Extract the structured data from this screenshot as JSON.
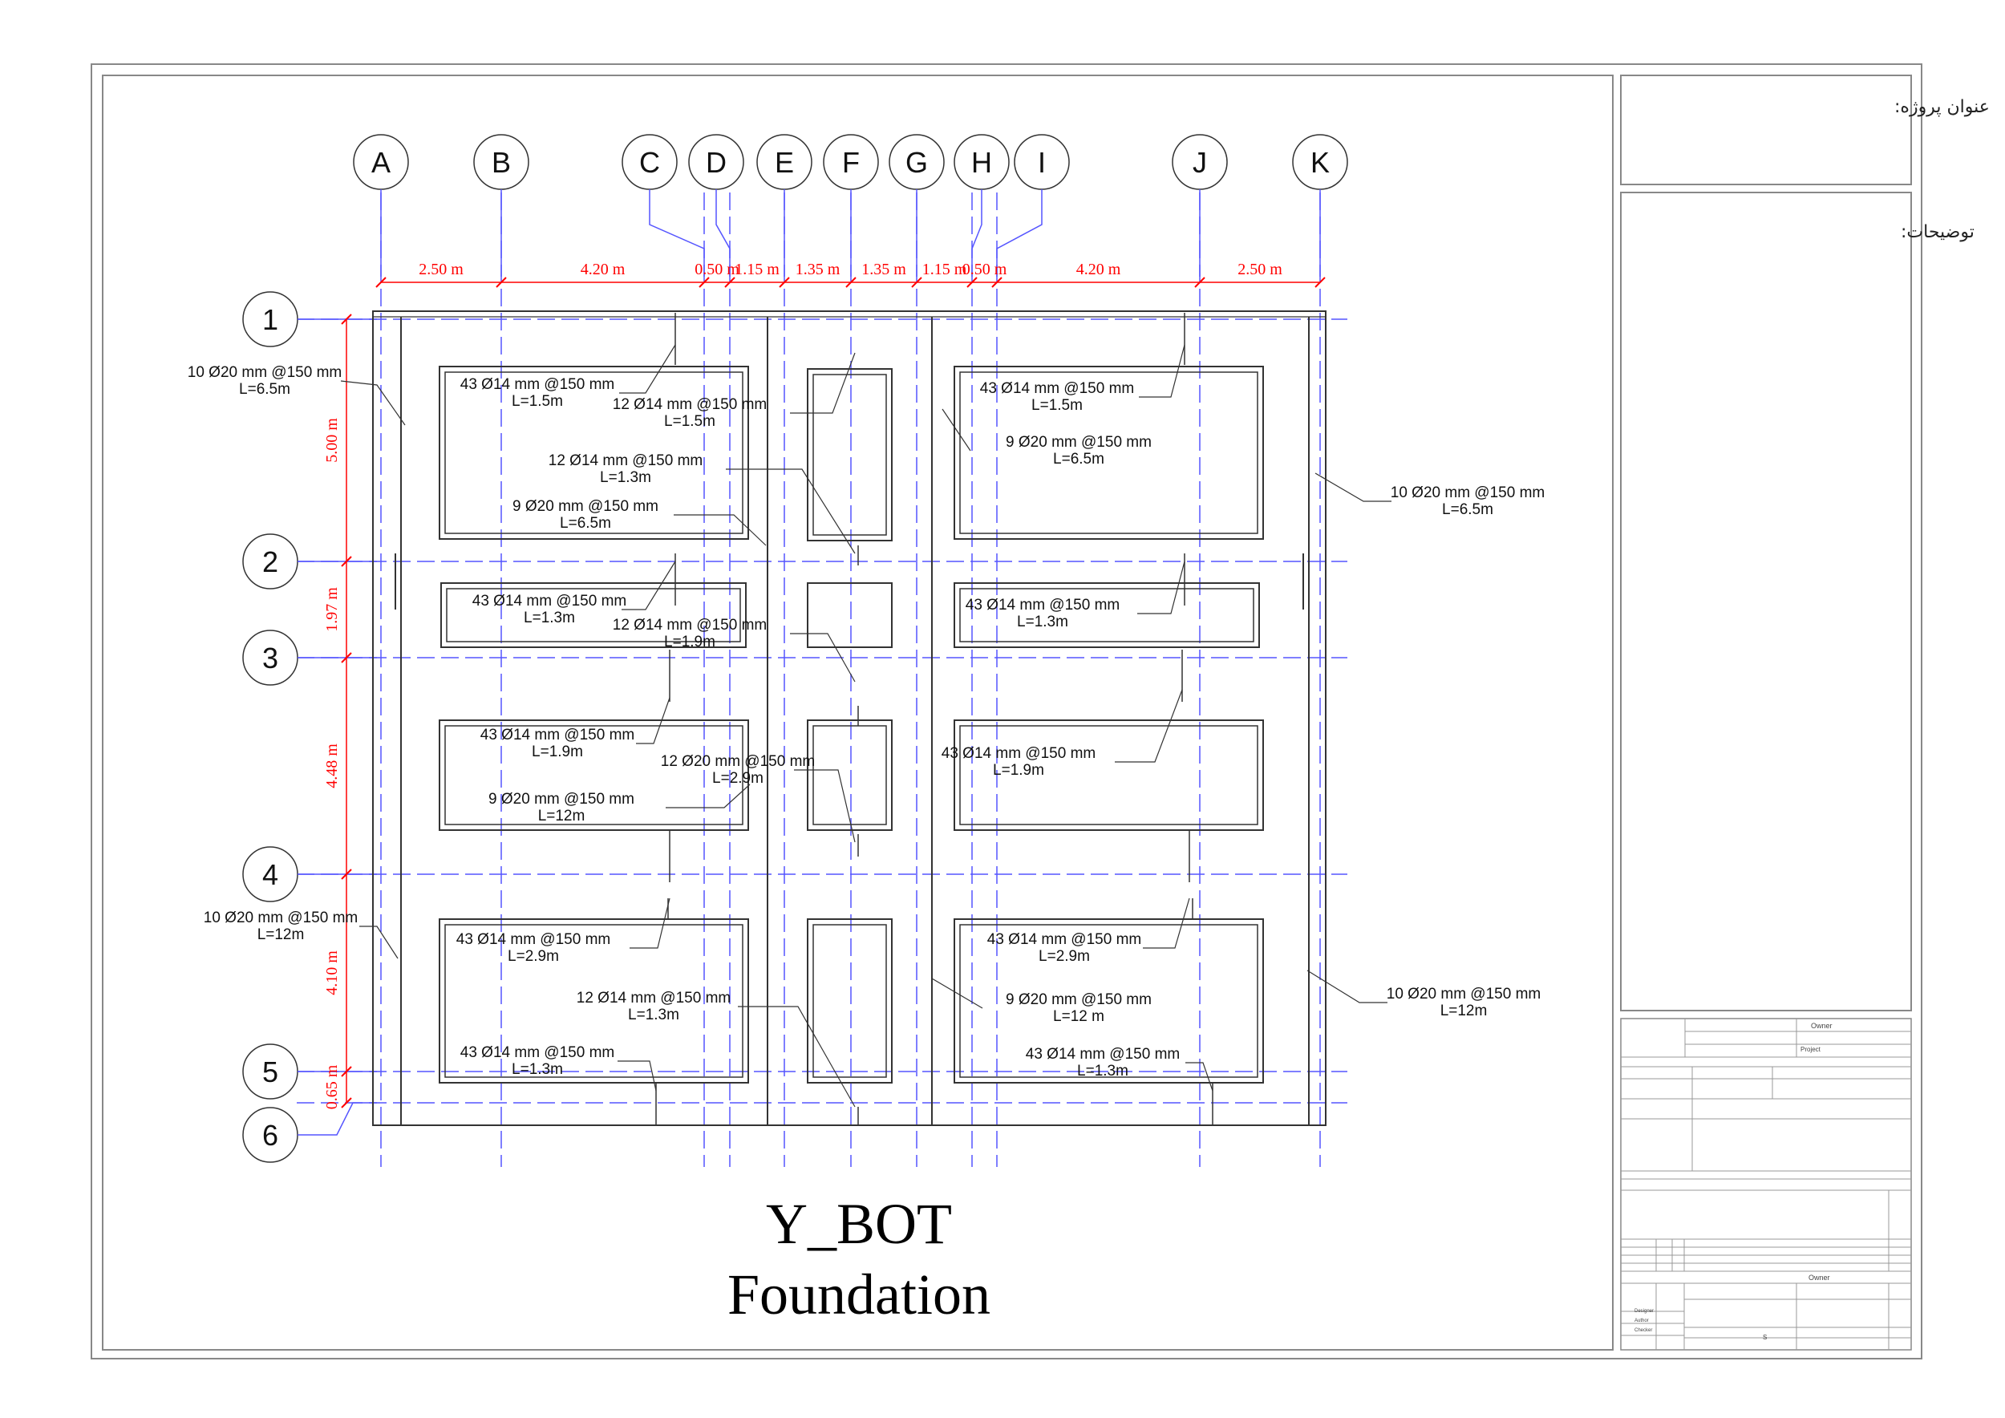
{
  "drawing": {
    "title_line1": "Y_BOT",
    "title_line2": "Foundation"
  },
  "title_block": {
    "project_title_label": "عنوان پروژه:",
    "description_label": "توضیحات:",
    "owner_value": "Owner",
    "owner_value_2": "Owner",
    "project_label": "Project",
    "design_label": "Designer",
    "author_label": "Author",
    "checker_label": "Checker",
    "sheet_no": "S"
  },
  "grid": {
    "columns": [
      {
        "id": "A"
      },
      {
        "id": "B"
      },
      {
        "id": "C"
      },
      {
        "id": "D"
      },
      {
        "id": "E"
      },
      {
        "id": "F"
      },
      {
        "id": "G"
      },
      {
        "id": "H"
      },
      {
        "id": "I"
      },
      {
        "id": "J"
      },
      {
        "id": "K"
      }
    ],
    "rows": [
      {
        "id": "1"
      },
      {
        "id": "2"
      },
      {
        "id": "3"
      },
      {
        "id": "4"
      },
      {
        "id": "5"
      },
      {
        "id": "6"
      }
    ],
    "column_dims": [
      "2.50 m",
      "4.20 m",
      "0.50 m",
      "1.15 m",
      "1.35 m",
      "1.35 m",
      "1.15 m",
      "0.50 m",
      "4.20 m",
      "2.50 m"
    ],
    "row_dims": [
      "5.00 m",
      "1.97 m",
      "4.48 m",
      "4.10 m",
      "0.65 m"
    ]
  },
  "rebar_labels": [
    {
      "l1": "10 Ø20 mm @150 mm",
      "l2": "L=6.5m"
    },
    {
      "l1": "43 Ø14 mm @150 mm",
      "l2": "L=1.5m"
    },
    {
      "l1": "12 Ø14 mm @150 mm",
      "l2": "L=1.5m"
    },
    {
      "l1": "12 Ø14 mm @150 mm",
      "l2": "L=1.3m"
    },
    {
      "l1": "9 Ø20 mm @150 mm",
      "l2": "L=6.5m"
    },
    {
      "l1": "43 Ø14 mm @150 mm",
      "l2": "L=1.3m"
    },
    {
      "l1": "12 Ø14 mm @150 mm",
      "l2": "L=1.9m"
    },
    {
      "l1": "43 Ø14 mm @150 mm",
      "l2": "L=1.9m"
    },
    {
      "l1": "12 Ø20 mm @150 mm",
      "l2": "L=2.9m"
    },
    {
      "l1": "9 Ø20 mm @150 mm",
      "l2": "L=12m"
    },
    {
      "l1": "10 Ø20 mm @150 mm",
      "l2": "L=12m"
    },
    {
      "l1": "43 Ø14 mm @150 mm",
      "l2": "L=2.9m"
    },
    {
      "l1": "12 Ø14 mm @150 mm",
      "l2": "L=1.3m"
    },
    {
      "l1": "43 Ø14 mm @150 mm",
      "l2": "L=1.3m"
    },
    {
      "l1": "43 Ø14 mm @150 mm",
      "l2": "L=1.5m"
    },
    {
      "l1": "9 Ø20 mm @150 mm",
      "l2": "L=6.5m"
    },
    {
      "l1": "10 Ø20 mm @150 mm",
      "l2": "L=6.5m"
    },
    {
      "l1": "43 Ø14 mm @150 mm",
      "l2": "L=1.3m"
    },
    {
      "l1": "43 Ø14 mm @150 mm",
      "l2": "L=1.9m"
    },
    {
      "l1": "43 Ø14 mm @150 mm",
      "l2": "L=2.9m"
    },
    {
      "l1": "9 Ø20 mm @150 mm",
      "l2": "L=12 m"
    },
    {
      "l1": "10 Ø20 mm @150 mm",
      "l2": "L=12m"
    },
    {
      "l1": "43 Ø14 mm @150 mm",
      "l2": "L=1.3m"
    }
  ],
  "colors": {
    "grid_line": "#5555ff",
    "dimension": "#ff0000",
    "outline": "#333333"
  }
}
